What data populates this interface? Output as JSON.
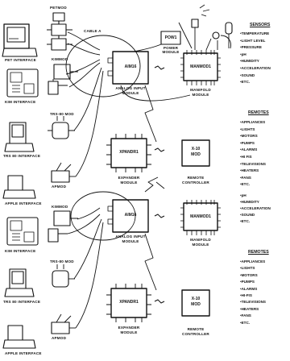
{
  "top": {
    "petmod": "PETMOD",
    "pet_interface": "PET INTERFACE",
    "kimmod": "KIMMOD",
    "kim_interface": "KIM INTERFACE",
    "trs80mod": "TRS-80 MOD",
    "trs80_interface": "TRS 80 INTERFACE",
    "apmod": "APMOD",
    "apple_interface": "APPLE INTERFACE",
    "cable_a": "CABLE A",
    "pow1": "POW1",
    "power_module": [
      "POWER",
      "MODULE"
    ],
    "aim16": "AIM16",
    "analog_input_module": [
      "ANALOG INPUT",
      "MODULE"
    ],
    "manmod1": "MANMOD1",
    "manifold_module": [
      "MANIFOLD",
      "MODULE"
    ],
    "xpandr1": "XPANDR1",
    "expander_module": [
      "EXPANDER",
      "MODULE"
    ],
    "x10_mod": [
      "X-10",
      "MOD"
    ],
    "remote_controller": [
      "REMOTE",
      "CONTROLLER"
    ]
  },
  "sensors": {
    "title": "SENSORS",
    "items": [
      "TEMPERATURE",
      "LIGHT LEVEL",
      "PRESSURE",
      "pH",
      "HUMIDITY",
      "ACCELERATION",
      "SOUND",
      "ETC."
    ]
  },
  "remotes_top": {
    "title": "REMOTES",
    "items": [
      "APPLIANCES",
      "LIGHTS",
      "MOTORS",
      "PUMPS",
      "ALARMS",
      "HI FIS",
      "TELEVISIONS",
      "HEATERS",
      "FANS",
      "ETC."
    ]
  },
  "bottom": {
    "kimmod": "KIMMOD",
    "kim_interface": "KIM INTERFACE",
    "trs80mod": "TRS-80 MOD",
    "trs80_interface": "TRS 80 INTERFACE",
    "apmod": "APMOD",
    "apple_interface": "APPLE INTERFACE",
    "aim16": "AIM16",
    "analog_input_module": [
      "ANALOG INPUT",
      "MODULE"
    ],
    "manmod1": "MANMOD1",
    "manifold_module": [
      "MANIFOLD",
      "MODULE"
    ],
    "xpandr1": "XPANDR1",
    "expander_module": [
      "EXPANDER",
      "MODULE"
    ],
    "x10_mod": [
      "X-10",
      "MOD"
    ],
    "remote_controller": [
      "REMOTE",
      "CONTROLLER"
    ]
  },
  "sensors_bottom": {
    "items": [
      "pH",
      "HUMIDITY",
      "ACCELERATION",
      "SOUND",
      "ETC."
    ]
  },
  "remotes_bottom": {
    "title": "REMOTES",
    "items": [
      "APPLIANCES",
      "LIGHTS",
      "MOTORS",
      "PUMPS",
      "ALARMS",
      "HI-FIS",
      "TELEVISIONS",
      "HEATERS",
      "FANS",
      "ETC."
    ]
  }
}
